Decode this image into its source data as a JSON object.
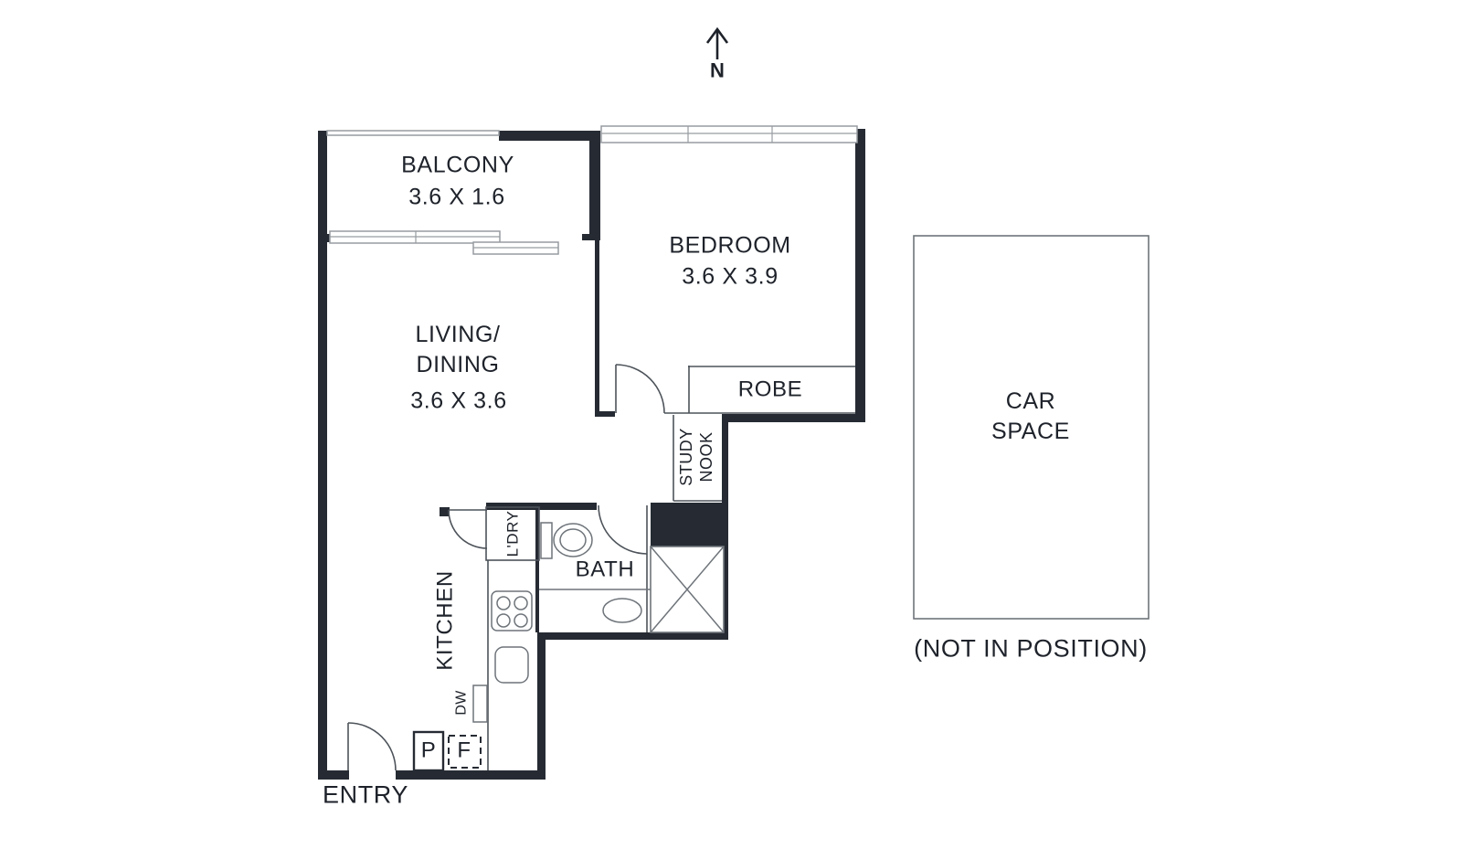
{
  "colors": {
    "wall": "#262b33",
    "line": "#4d535a",
    "fixture": "#6e747a",
    "glass": "#979ca1",
    "text": "#1e222a",
    "bg": "#ffffff"
  },
  "north": {
    "label": "N"
  },
  "rooms": {
    "balcony": {
      "name": "BALCONY",
      "dims": "3.6 X 1.6"
    },
    "bedroom": {
      "name": "BEDROOM",
      "dims": "3.6 X 3.9"
    },
    "living_dining": {
      "name_line1": "LIVING/",
      "name_line2": "DINING",
      "dims": "3.6 X 3.6"
    },
    "robe": {
      "name": "ROBE"
    },
    "study_nook": {
      "name_line1": "STUDY",
      "name_line2": "NOOK"
    },
    "bath": {
      "name": "BATH"
    },
    "laundry": {
      "name": "L'DRY"
    },
    "kitchen": {
      "name": "KITCHEN"
    },
    "entry": {
      "name": "ENTRY"
    },
    "car_space": {
      "name_line1": "CAR",
      "name_line2": "SPACE",
      "note": "(NOT IN POSITION)"
    }
  },
  "appliances": {
    "dishwasher": "DW",
    "pantry": "P",
    "fridge": "F"
  }
}
